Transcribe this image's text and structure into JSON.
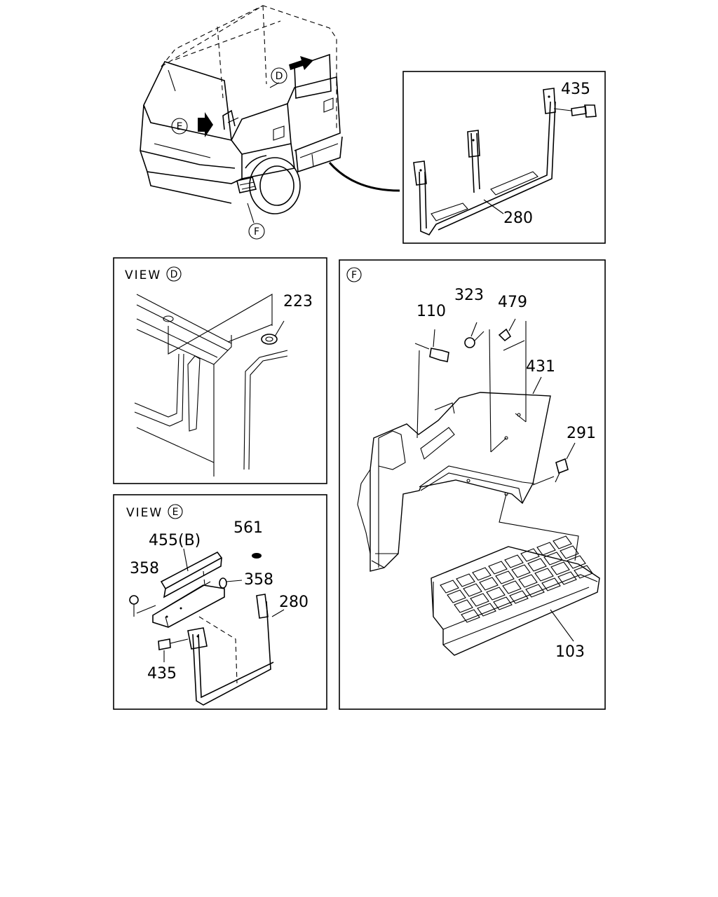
{
  "overview": {
    "callout_d": "D",
    "callout_e": "E",
    "callout_f": "F"
  },
  "inset_handrail": {
    "part_bolt": "435",
    "part_handrail": "280"
  },
  "view_d": {
    "title_prefix": "VIEW",
    "title_letter": "D",
    "part_grommet": "223"
  },
  "view_e": {
    "title_prefix": "VIEW",
    "title_letter": "E",
    "part_plug": "561",
    "part_cover": "455(B)",
    "part_screw_left": "358",
    "part_screw_right": "358",
    "part_handrail": "280",
    "part_bolt": "435"
  },
  "view_f": {
    "title_letter": "F",
    "part_bolt_110": "110",
    "part_screw_323": "323",
    "part_clip_479": "479",
    "part_bracket_431": "431",
    "part_bolt_291": "291",
    "part_step_103": "103"
  }
}
